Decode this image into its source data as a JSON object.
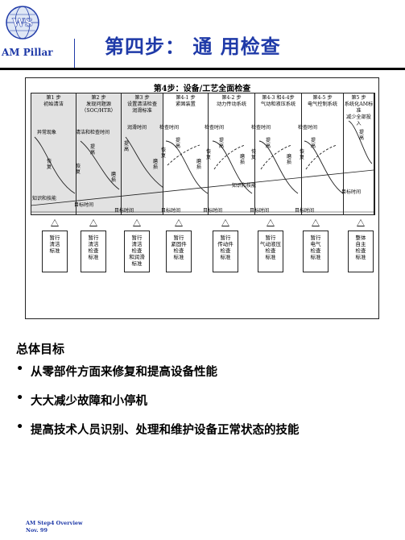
{
  "header": {
    "logo_text": "WS",
    "logo_caption": "AM Pillar",
    "title": "第四步： 通 用检查"
  },
  "diagram": {
    "title": "第4步：设备/工艺全面检查",
    "stages": [
      {
        "label": "第1 步\n初始清洁"
      },
      {
        "label": "第2 步\n发现问题源\n（SOC/HTR）"
      },
      {
        "label": "第3 步\n设置清洁检查\n润滑标准"
      },
      {
        "label": "第4-1 步\n紧固装置"
      },
      {
        "label": "第4-2 步\n动力传动系统"
      },
      {
        "label": "第4-3 和4-4步\n气动和液压系统"
      },
      {
        "label": "第4-5 步\n电气控制系统"
      },
      {
        "label": "第5 步\n系统化AM标准\n减少全部投入"
      }
    ],
    "annotations": {
      "abnormal": "异常现象",
      "restore": "恢复",
      "knowledge": "知识和技能",
      "clean_check_time": "清洁和检查时间",
      "lube_time": "润滑时间",
      "improve": "提高",
      "deteriorate": "磨损",
      "check_time": "检查时间",
      "target_time": "目标时间",
      "knowledge2": "知识和技能"
    },
    "standards": [
      "暂行\n清洁\n标准",
      "暂行\n清洁\n检查\n标准",
      "暂行\n清洁\n检查\n和润滑\n标准",
      "暂行\n紧固件\n检查\n标准",
      "暂行\n传动件\n检查\n标准",
      "暂行\n气动液压\n检查\n标准",
      "暂行\n电气\n检查\n标准",
      "整体\n自主\n检查\n标准"
    ]
  },
  "goals": {
    "title": "总体目标",
    "items": [
      "从零部件方面来修复和提高设备性能",
      "大大减少故障和小停机",
      "提高技术人员识别、处理和维护设备正常状态的技能"
    ]
  },
  "footer": {
    "line1": "AM Step4 Overview",
    "line2": "Nov. 99"
  }
}
